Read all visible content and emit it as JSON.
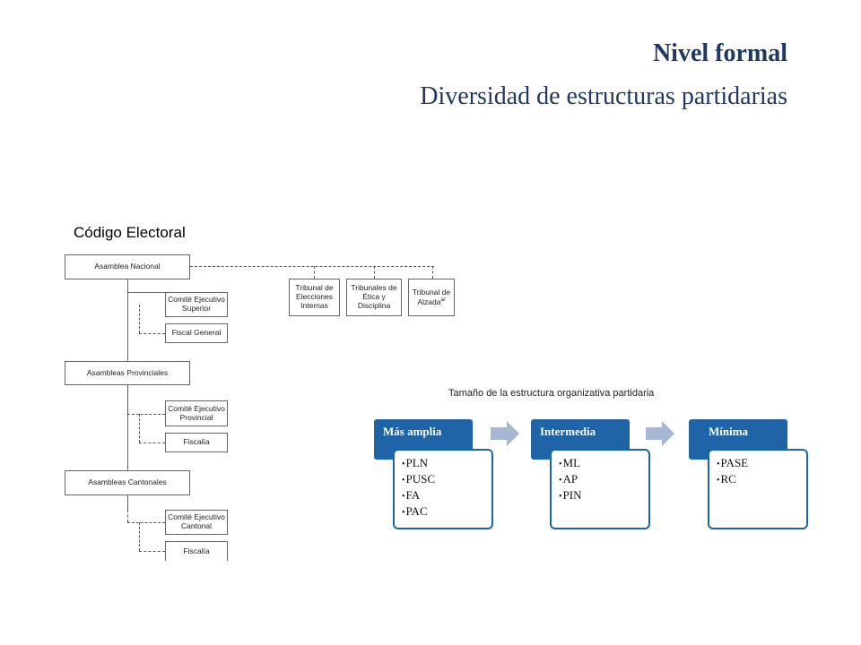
{
  "header": {
    "title": "Nivel formal",
    "subtitle": "Diversidad de estructuras partidarias"
  },
  "org_chart": {
    "title": "Código Electoral",
    "boxes": {
      "asamblea_nacional": "Asamblea Nacional",
      "comite_superior_1": "Comité Ejecutivo",
      "comite_superior_2": "Superior",
      "fiscal_general": "Fiscal General",
      "tribunal_elecciones_1": "Tribunal de",
      "tribunal_elecciones_2": "Elecciones",
      "tribunal_elecciones_3": "Internas",
      "tribunales_etica_1": "Tribunales de",
      "tribunales_etica_2": "Ética y",
      "tribunales_etica_3": "Disciplina",
      "tribunal_alzada_1": "Tribunal de",
      "tribunal_alzada_2": "Alzada",
      "tribunal_alzada_sup": "a/",
      "asambleas_provinciales": "Asambleas Provinciales",
      "comite_provincial_1": "Comité Ejecutivo",
      "comite_provincial_2": "Provincial",
      "fiscalia_provincial": "Fiscalía",
      "asambleas_cantonales": "Asambleas Cantonales",
      "comite_cantonal_1": "Comité Ejecutivo",
      "comite_cantonal_2": "Cantonal",
      "fiscalia_cantonal": "Fiscalía"
    }
  },
  "size_diagram": {
    "title": "Tamaño de la estructura  organizativa partidaria",
    "columns": [
      {
        "label": "Más amplia",
        "items": [
          "PLN",
          "PUSC",
          "FA",
          "PAC"
        ]
      },
      {
        "label": "Intermedia",
        "items": [
          "ML",
          "AP",
          "PIN"
        ]
      },
      {
        "label": "Mínima",
        "items": [
          "PASE",
          "RC"
        ]
      }
    ],
    "colors": {
      "accent": "#1e64a6",
      "arrow": "#a6b7d3",
      "title": "#1f3864"
    }
  }
}
